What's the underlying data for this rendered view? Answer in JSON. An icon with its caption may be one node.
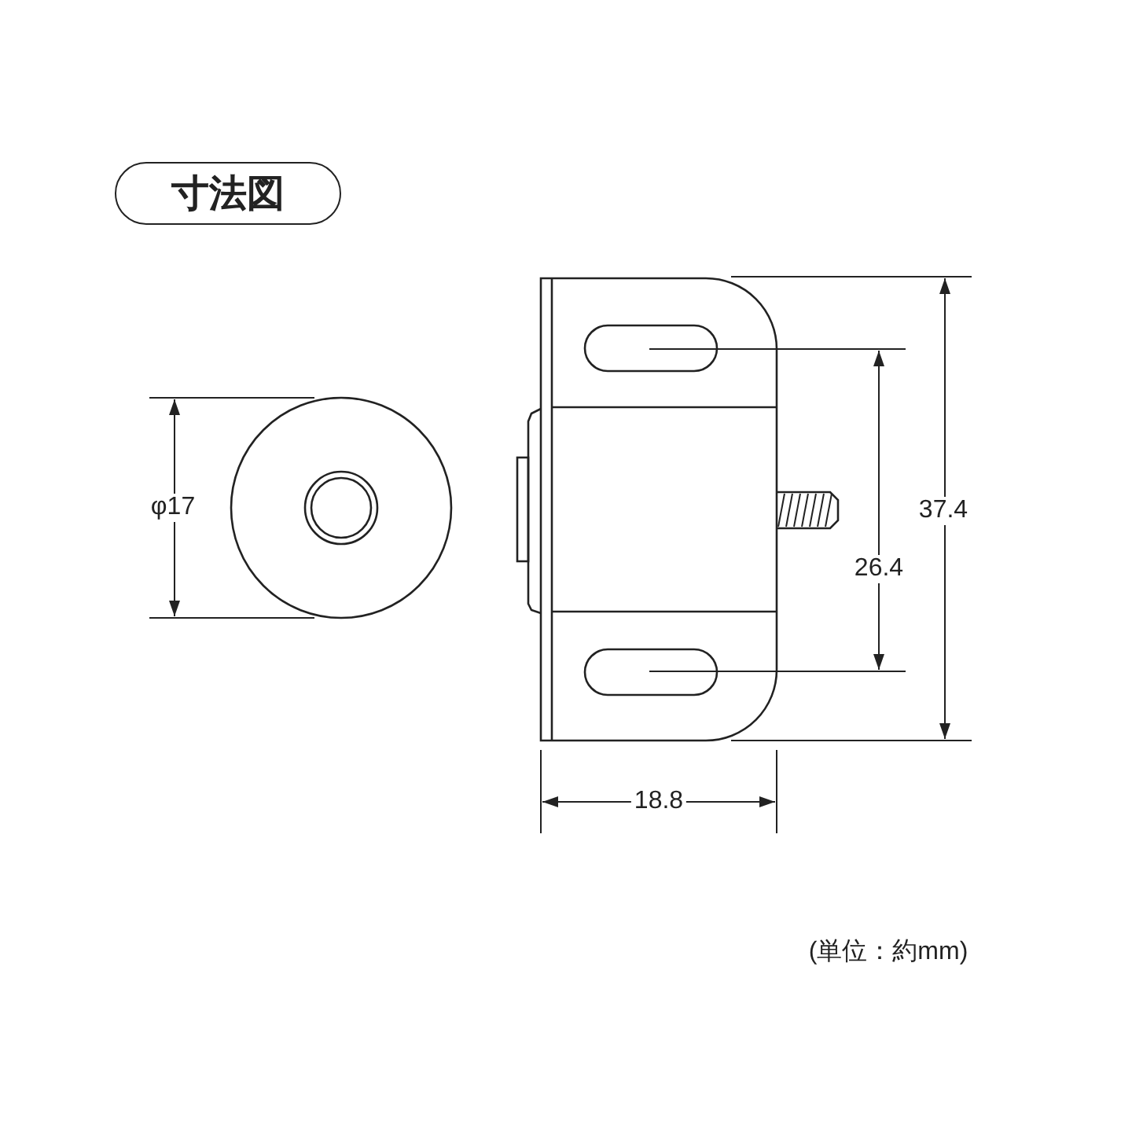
{
  "diagram": {
    "title": "寸法図",
    "labels": [
      "φ17",
      "37.4",
      "26.4",
      "18.8",
      "(単位：約mm)"
    ]
  }
}
